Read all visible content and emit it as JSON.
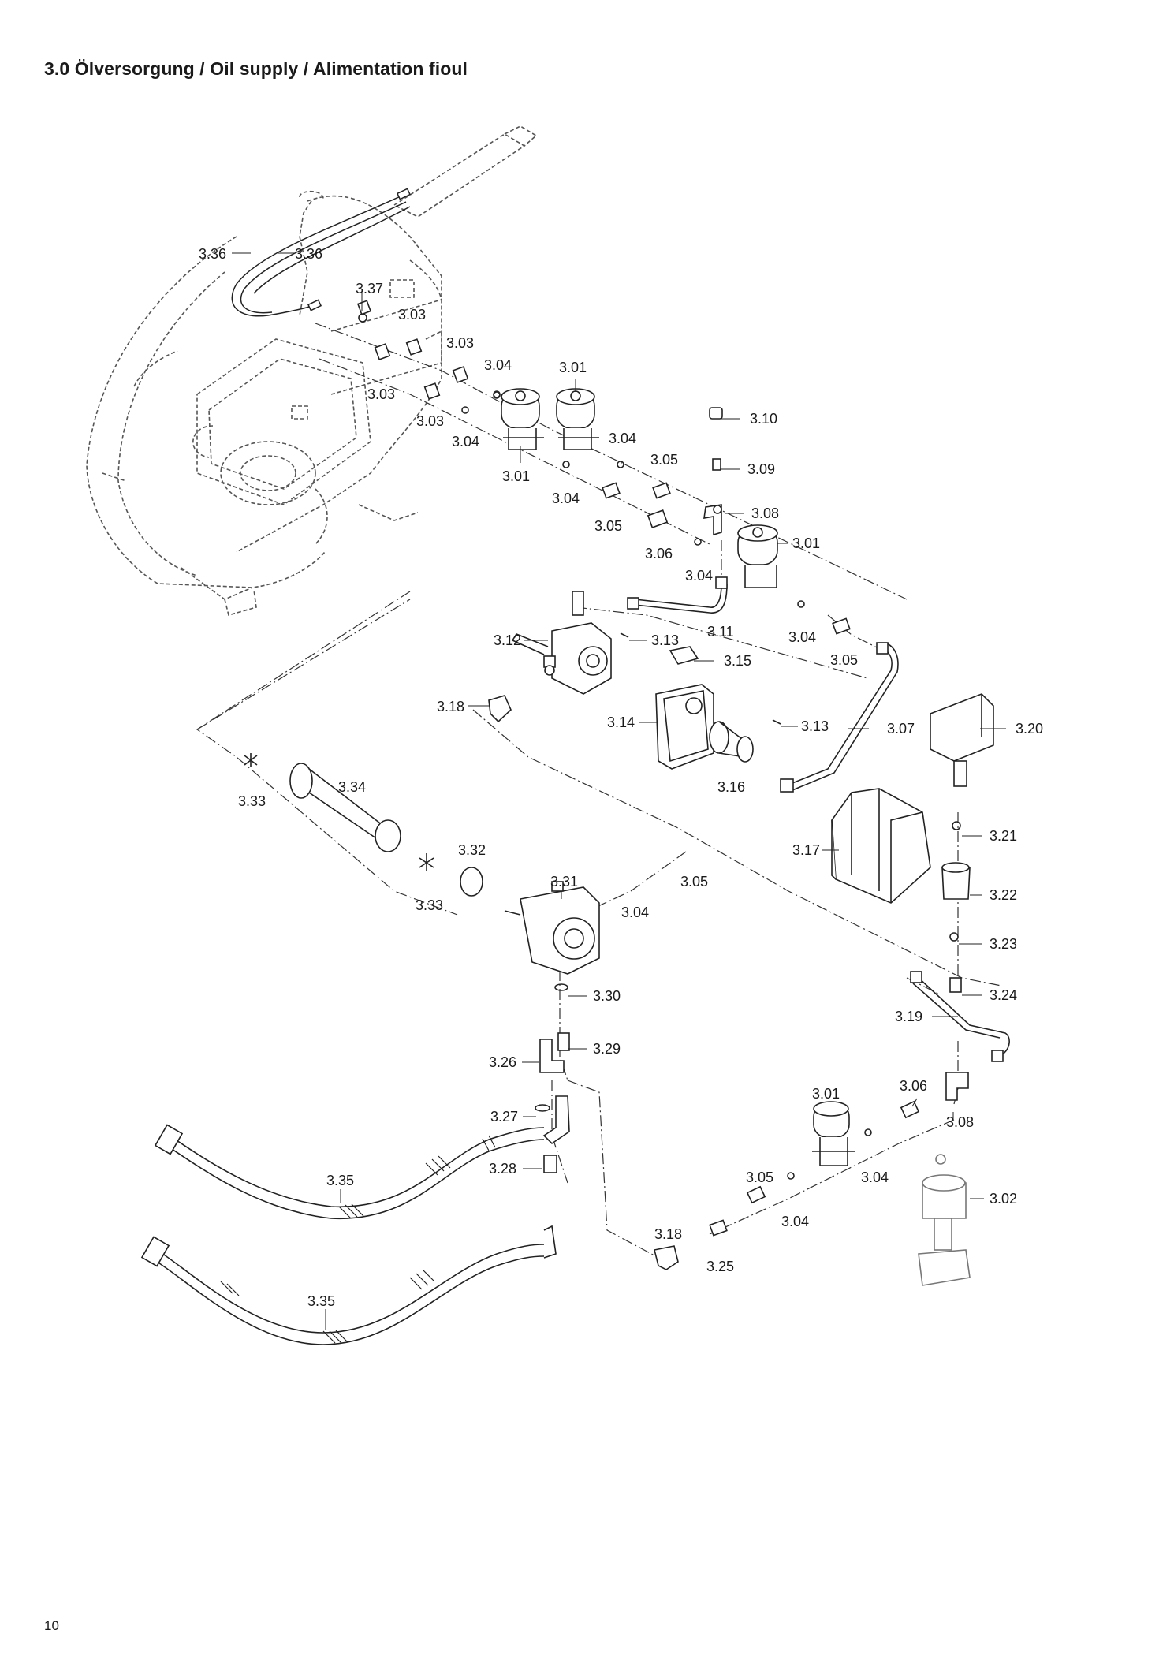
{
  "title": "3.0 Ölversorgung / Oil supply / Alimentation fioul",
  "page_number": "10",
  "parts": [
    {
      "label": "3.36"
    },
    {
      "label": "3.36"
    },
    {
      "label": "3.37"
    },
    {
      "label": "3.03"
    },
    {
      "label": "3.03"
    },
    {
      "label": "3.04"
    },
    {
      "label": "3.01"
    },
    {
      "label": "3.03"
    },
    {
      "label": "3.03"
    },
    {
      "label": "3.04"
    },
    {
      "label": "3.01"
    },
    {
      "label": "3.04"
    },
    {
      "label": "3.05"
    },
    {
      "label": "3.04"
    },
    {
      "label": "3.05"
    },
    {
      "label": "3.10"
    },
    {
      "label": "3.09"
    },
    {
      "label": "3.08"
    },
    {
      "label": "3.06"
    },
    {
      "label": "3.04"
    },
    {
      "label": "3.01"
    },
    {
      "label": "3.11"
    },
    {
      "label": "3.04"
    },
    {
      "label": "3.05"
    },
    {
      "label": "3.12"
    },
    {
      "label": "3.13"
    },
    {
      "label": "3.15"
    },
    {
      "label": "3.18"
    },
    {
      "label": "3.14"
    },
    {
      "label": "3.13"
    },
    {
      "label": "3.07"
    },
    {
      "label": "3.20"
    },
    {
      "label": "3.16"
    },
    {
      "label": "3.33"
    },
    {
      "label": "3.34"
    },
    {
      "label": "3.21"
    },
    {
      "label": "3.32"
    },
    {
      "label": "3.17"
    },
    {
      "label": "3.31"
    },
    {
      "label": "3.05"
    },
    {
      "label": "3.33"
    },
    {
      "label": "3.04"
    },
    {
      "label": "3.22"
    },
    {
      "label": "3.23"
    },
    {
      "label": "3.30"
    },
    {
      "label": "3.24"
    },
    {
      "label": "3.19"
    },
    {
      "label": "3.29"
    },
    {
      "label": "3.26"
    },
    {
      "label": "3.06"
    },
    {
      "label": "3.01"
    },
    {
      "label": "3.27"
    },
    {
      "label": "3.08"
    },
    {
      "label": "3.35"
    },
    {
      "label": "3.28"
    },
    {
      "label": "3.05"
    },
    {
      "label": "3.04"
    },
    {
      "label": "3.02"
    },
    {
      "label": "3.04"
    },
    {
      "label": "3.18"
    },
    {
      "label": "3.25"
    },
    {
      "label": "3.35"
    }
  ]
}
